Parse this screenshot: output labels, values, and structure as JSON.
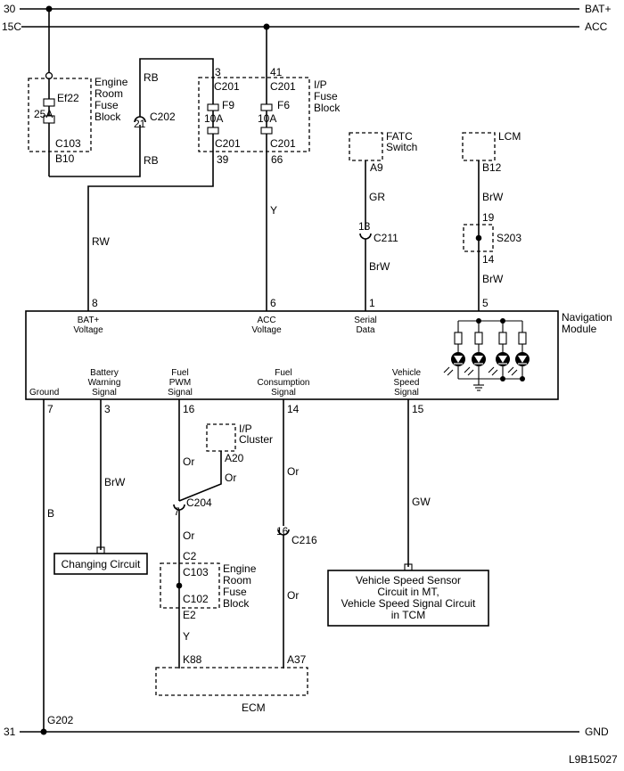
{
  "rails": {
    "top1_num": "30",
    "top1_label": "BAT+",
    "top2_num": "15C",
    "top2_label": "ACC",
    "bottom_num": "31",
    "bottom_label": "GND"
  },
  "eng_fuse": {
    "title_lines": [
      "Engine",
      "Room",
      "Fuse",
      "Block"
    ],
    "fuse": "Ef22",
    "rating": "25A",
    "conn": "C103",
    "pin": "B10"
  },
  "c202": {
    "conn": "C202",
    "pin": "21",
    "wire_top": "RB",
    "wire_bottom": "RB"
  },
  "ip_fuse": {
    "title_lines": [
      "I/P",
      "Fuse",
      "Block"
    ],
    "f9": {
      "fuse": "F9",
      "rating": "10A",
      "pin_top": "3",
      "conn_top": "C201",
      "conn_bottom": "C201",
      "pin_bottom": "39"
    },
    "f6": {
      "fuse": "F6",
      "rating": "10A",
      "pin_top": "41",
      "conn_top": "C201",
      "conn_bottom": "C201",
      "pin_bottom": "66"
    }
  },
  "wires": {
    "rw": "RW",
    "y_acc": "Y",
    "gr": "GR",
    "brw_serial": "BrW",
    "brw_lcm": "BrW",
    "brw_s203": "BrW",
    "brw_batt": "BrW",
    "b_gnd": "B",
    "or_pwm_top": "Or",
    "or_cluster": "Or",
    "or_pwm_mid": "Or",
    "y_ecm": "Y",
    "or_cons_top": "Or",
    "or_cons_bottom": "Or",
    "gw": "GW"
  },
  "fatc": {
    "label_lines": [
      "FATC",
      "Switch"
    ],
    "pin": "A9"
  },
  "c211": {
    "conn": "C211",
    "pin": "13"
  },
  "lcm": {
    "label": "LCM",
    "pin": "B12"
  },
  "s203": {
    "label": "S203",
    "pin_top": "19",
    "pin_bottom": "14"
  },
  "module": {
    "title_lines": [
      "Navigation",
      "Module"
    ],
    "top_pins": [
      {
        "pin": "8",
        "lines": [
          "BAT+",
          "Voltage"
        ]
      },
      {
        "pin": "6",
        "lines": [
          "ACC",
          "Voltage"
        ]
      },
      {
        "pin": "1",
        "lines": [
          "Serial",
          "Data"
        ]
      },
      {
        "pin": "5",
        "lines": []
      }
    ],
    "bottom_pins": [
      {
        "pin": "7",
        "lines": [
          "Ground"
        ]
      },
      {
        "pin": "3",
        "lines": [
          "Battery",
          "Warning",
          "Signal"
        ]
      },
      {
        "pin": "16",
        "lines": [
          "Fuel",
          "PWM",
          "Signal"
        ]
      },
      {
        "pin": "14",
        "lines": [
          "Fuel",
          "Consumption",
          "Signal"
        ]
      },
      {
        "pin": "15",
        "lines": [
          "Vehicle",
          "Speed",
          "Signal"
        ]
      }
    ]
  },
  "ip_cluster": {
    "label_lines": [
      "I/P",
      "Cluster"
    ],
    "pin": "A20"
  },
  "c204": {
    "conn": "C204",
    "pin": "7"
  },
  "c216": {
    "conn": "C216",
    "pin": "16"
  },
  "charging": {
    "label": "Changing Circuit"
  },
  "eng_fuse2": {
    "title_lines": [
      "Engine",
      "Room",
      "Fuse",
      "Block"
    ],
    "pin_top": "C2",
    "conn_top": "C103",
    "conn_bottom": "C102",
    "pin_bottom": "E2"
  },
  "vss": {
    "label_lines": [
      "Vehicle Speed Sensor",
      "Circuit in MT,",
      "Vehicle Speed Signal Circuit",
      "in TCM"
    ]
  },
  "ecm": {
    "label": "ECM",
    "pin_left": "K88",
    "pin_right": "A37"
  },
  "ground": {
    "label": "G202"
  },
  "diagram_id": "L9B15027"
}
